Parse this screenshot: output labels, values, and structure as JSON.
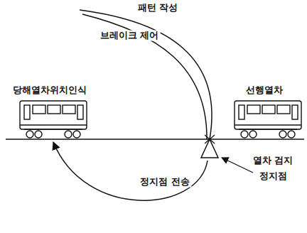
{
  "diagram": {
    "labels": [
      "패턴 작성",
      "브레이크 제어",
      "당해열차위치인식",
      "선행열차",
      "열차 검지",
      "정지점",
      "정지점 전송"
    ]
  }
}
